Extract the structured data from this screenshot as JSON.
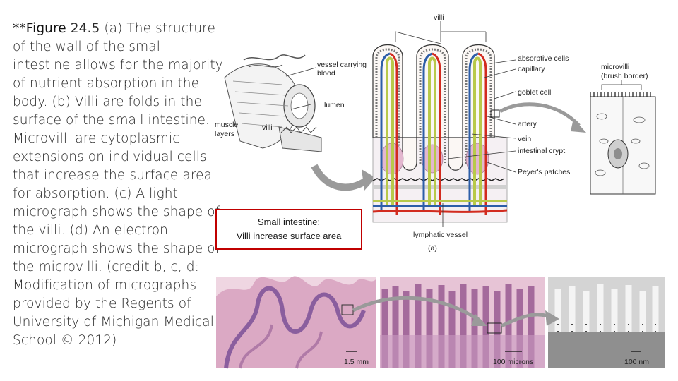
{
  "caption": {
    "prefix": "**Figure",
    "number": "24.5",
    "body": " (a) The structure of the wall of the small intestine allows for the majority of nutrient absorption in the body. (b) Villi are folds in the surface of the small intestine. Microvilli are cytoplasmic extensions on individual cells that increase the surface area for absorption. (c) A light micrograph shows the shape of the villi. (d) An electron micrograph shows the shape of the microvilli. (credit b, c, d: Modification of micrographs provided by the Regents of University of Michigan Medical School © 2012)"
  },
  "callout": {
    "line1": "Small intestine:",
    "line2": "Villi increase surface area"
  },
  "diagram_labels": {
    "villi_top": "villi",
    "vessel_carrying": "vessel carrying",
    "blood": "blood",
    "lumen": "lumen",
    "muscle": "muscle",
    "layers": "layers",
    "villi_left": "villi",
    "absorptive_cells": "absorptive cells",
    "capillary": "capillary",
    "goblet_cell": "goblet cell",
    "artery": "artery",
    "vein": "vein",
    "intestinal_crypt": "intestinal crypt",
    "peyers_patches": "Peyer's patches",
    "lymphatic_vessel": "lymphatic vessel",
    "panel_a": "(a)",
    "microvilli": "microvilli",
    "brush_border": "(brush border)"
  },
  "micrographs": {
    "b_scale": "1.5 mm",
    "c_scale": "100 microns",
    "d_scale": "100 nm"
  },
  "colors": {
    "artery": "#d22b1f",
    "vein": "#2d5ea8",
    "lymph": "#b8c94a",
    "callout_border": "#c00000",
    "tissue_pink": "#e3b7cf",
    "tissue_purple": "#8a5e9e"
  }
}
